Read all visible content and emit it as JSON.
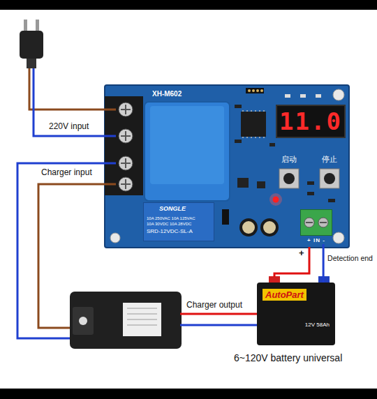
{
  "diagram": {
    "nodes": [
      {
        "text": [
          "XH-M602"
        ]
      },
      {
        "text": [
          "11.0"
        ],
        "in": 0
      },
      {
        "text": [
          "SONGLE",
          "10A 250VAC 10A 125VAC",
          "10A 30VDC 10A 28VDC",
          "SRD-12VDC-SL-A"
        ],
        "in": 0
      },
      {
        "text": [
          "+ IN -"
        ],
        "in": 0
      },
      {
        "text": [
          "AutoPart",
          "12V 58Ah"
        ]
      }
    ],
    "edges": [
      {
        "from": 3,
        "to": 4,
        "arrow": "none",
        "label": "Detection end"
      }
    ],
    "labels": [
      "220V input",
      "Charger input",
      "Charger output",
      "启动",
      "停止",
      "+",
      "6~120V battery universal"
    ]
  }
}
